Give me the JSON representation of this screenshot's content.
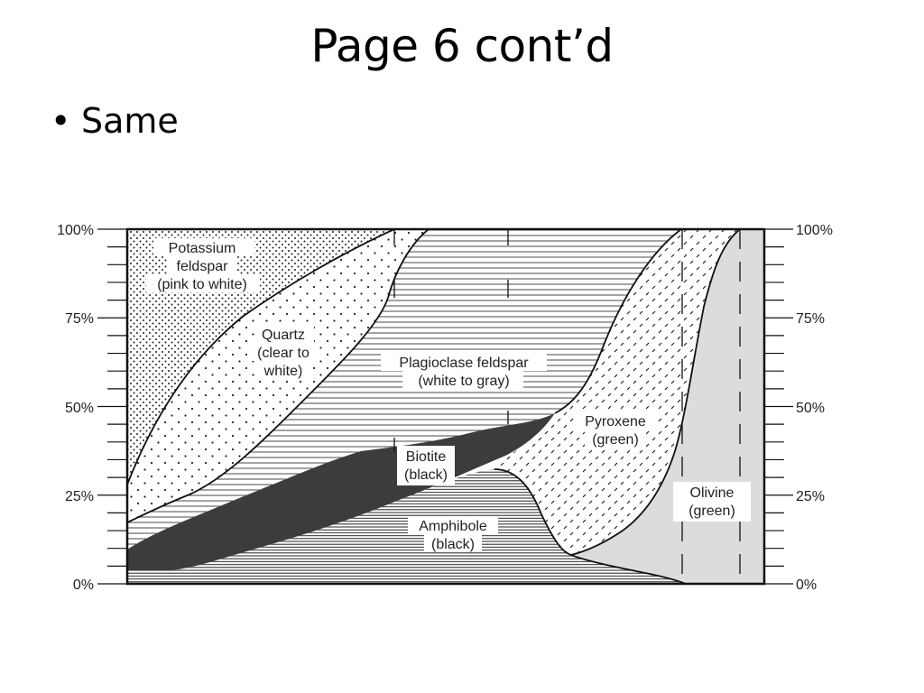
{
  "slide": {
    "title": "Page 6 cont’d",
    "bullets": [
      {
        "symbol": "•",
        "text": "Same"
      }
    ]
  },
  "diagram": {
    "y_ticks": [
      "0%",
      "25%",
      "50%",
      "75%",
      "100%"
    ],
    "regions": [
      {
        "id": "potassium",
        "lines": [
          "Potassium",
          "feldspar",
          "(pink to white)"
        ]
      },
      {
        "id": "quartz",
        "lines": [
          "Quartz",
          "(clear to",
          "white)"
        ]
      },
      {
        "id": "plagioclase",
        "lines": [
          "Plagioclase feldspar",
          "(white to gray)"
        ]
      },
      {
        "id": "biotite",
        "lines": [
          "Biotite",
          "(black)"
        ]
      },
      {
        "id": "amphibole",
        "lines": [
          "Amphibole",
          "(black)"
        ]
      },
      {
        "id": "pyroxene",
        "lines": [
          "Pyroxene",
          "(green)"
        ]
      },
      {
        "id": "olivine",
        "lines": [
          "Olivine",
          "(green)"
        ]
      }
    ],
    "colors": {
      "biotite_fill": "#3c3c3c",
      "olivine_fill": "#dcdcdc",
      "line": "#111111"
    }
  }
}
